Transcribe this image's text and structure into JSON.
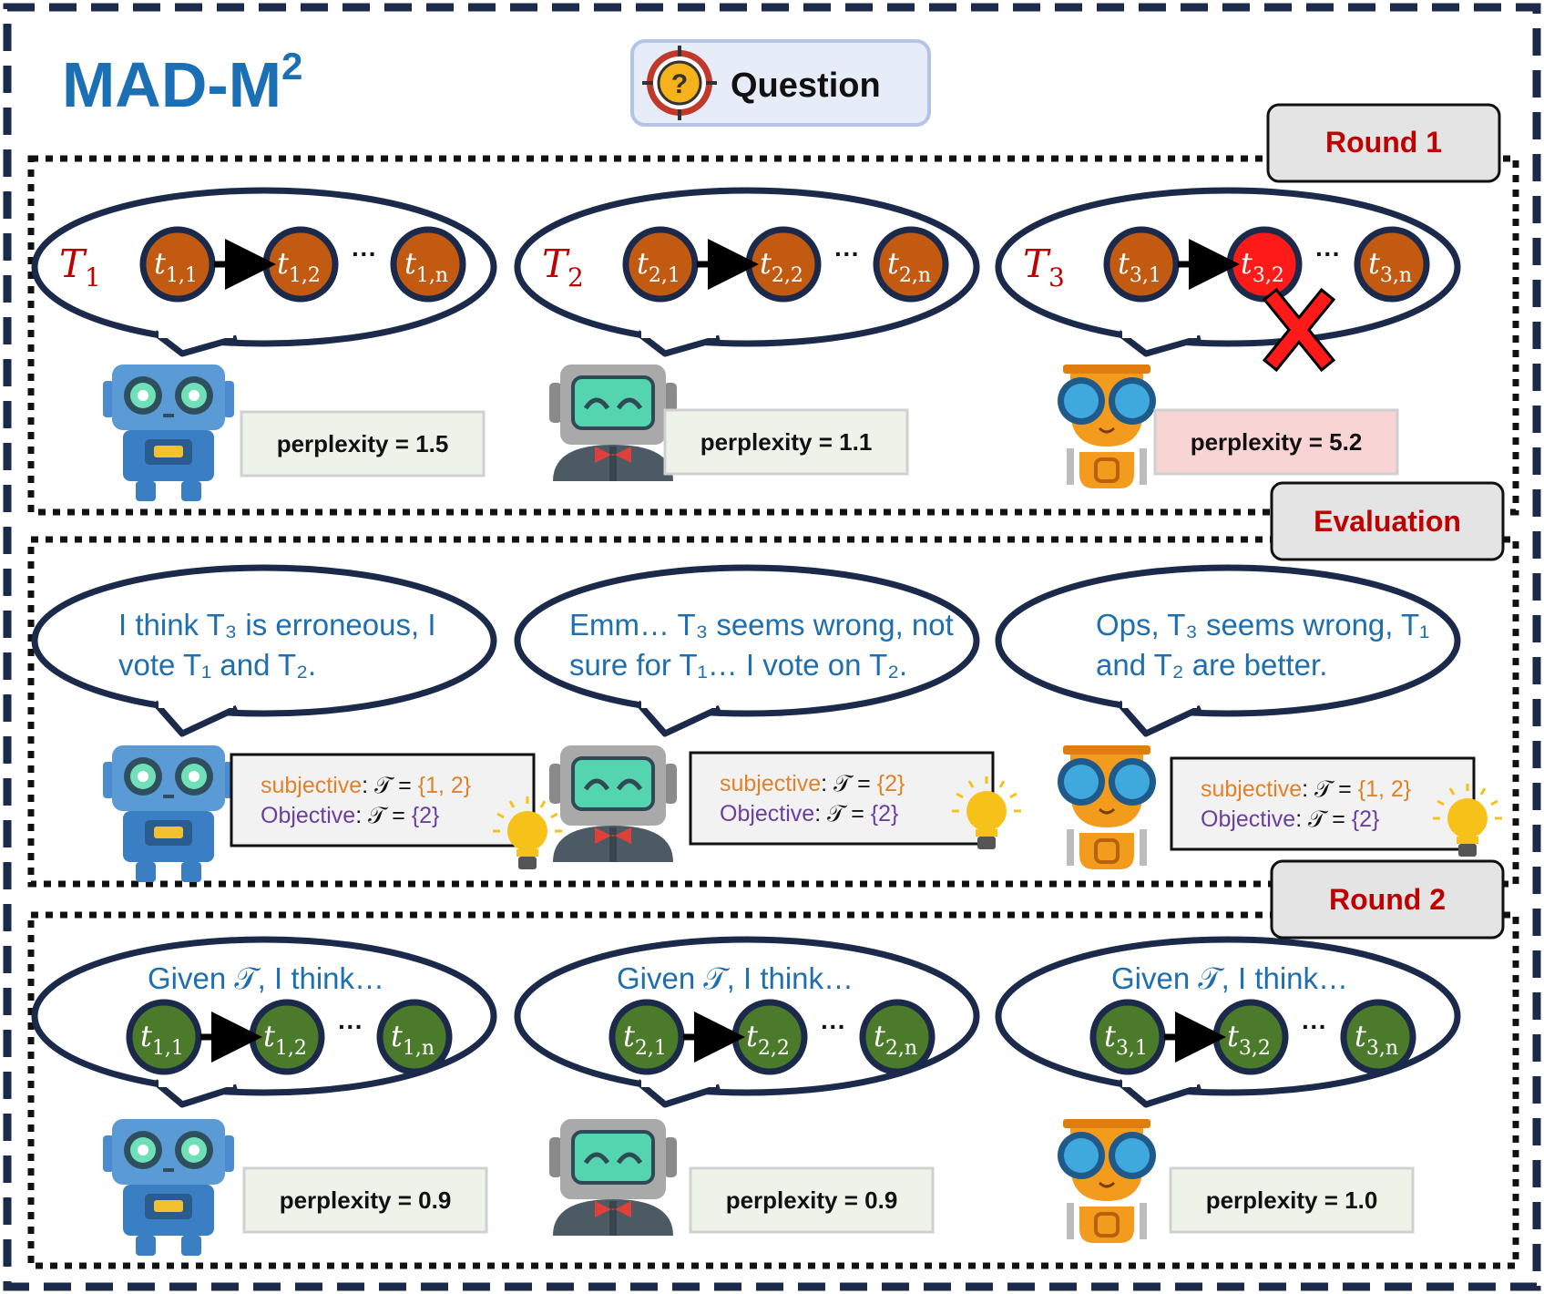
{
  "title": {
    "main": "MAD-M",
    "sup": "2"
  },
  "question": {
    "label": "Question"
  },
  "rounds": [
    {
      "tag": "Round 1",
      "agents": [
        {
          "bubble_label": "T1",
          "sub": "1",
          "nodes": [
            "t1,1",
            "t1,2",
            "t1,n"
          ],
          "error_index": -1,
          "perplexity": "perplexity = 1.5",
          "highlight": false
        },
        {
          "bubble_label": "T2",
          "sub": "2",
          "nodes": [
            "t2,1",
            "t2,2",
            "t2,n"
          ],
          "error_index": -1,
          "perplexity": "perplexity = 1.1",
          "highlight": false
        },
        {
          "bubble_label": "T3",
          "sub": "3",
          "nodes": [
            "t3,1",
            "t3,2",
            "t3,n"
          ],
          "error_index": 1,
          "perplexity": "perplexity = 5.2",
          "highlight": true
        }
      ]
    },
    {
      "tag": "Round 2",
      "agents": [
        {
          "bubble_label": "Given 𝒯, I think…",
          "nodes": [
            "t1,1",
            "t1,2",
            "t1,n"
          ],
          "perplexity": "perplexity = 0.9"
        },
        {
          "bubble_label": "Given 𝒯, I think…",
          "nodes": [
            "t2,1",
            "t2,2",
            "t2,n"
          ],
          "perplexity": "perplexity = 0.9"
        },
        {
          "bubble_label": "Given 𝒯, I think…",
          "nodes": [
            "t3,1",
            "t3,2",
            "t3,n"
          ],
          "perplexity": "perplexity = 1.0"
        }
      ]
    }
  ],
  "evaluation": {
    "tag": "Evaluation",
    "agents": [
      {
        "line1": "I think T₃ is erroneous, I",
        "line2": "vote T₁ and T₂.",
        "subjective_label": "subjective",
        "subjective_value": "{1, 2}",
        "objective_label": "Objective",
        "objective_value": "{2}"
      },
      {
        "line1": "Emm… T₃ seems wrong, not",
        "line2": "sure for T₁… I vote on T₂.",
        "subjective_label": "subjective",
        "subjective_value": "{2}",
        "objective_label": "Objective",
        "objective_value": "{2}"
      },
      {
        "line1": "Ops, T₃ seems wrong, T₁",
        "line2": "and T₂ are better.",
        "subjective_label": "subjective",
        "subjective_value": "{1, 2}",
        "objective_label": "Objective",
        "objective_value": "{2}"
      }
    ]
  },
  "set_symbol": "𝒯 =",
  "dots": "···",
  "colors": {
    "navy": "#1b2a4a",
    "title_blue": "#1a6fb5",
    "bubble_text": "#1f6fb0",
    "red_label": "#c00000",
    "node_orange": "#c25a12",
    "node_red": "#ff1a1a",
    "node_green": "#4a7a2a",
    "subjective": "#e0822a",
    "objective": "#6b3fa0",
    "perp_box": "#eef3ea",
    "perp_box_hl": "#f9d4d4"
  },
  "icons": [
    "blue-robot-icon",
    "gray-robot-icon",
    "orange-robot-icon",
    "question-target-icon",
    "lightbulb-icon",
    "red-x-icon",
    "arrow-icon"
  ]
}
